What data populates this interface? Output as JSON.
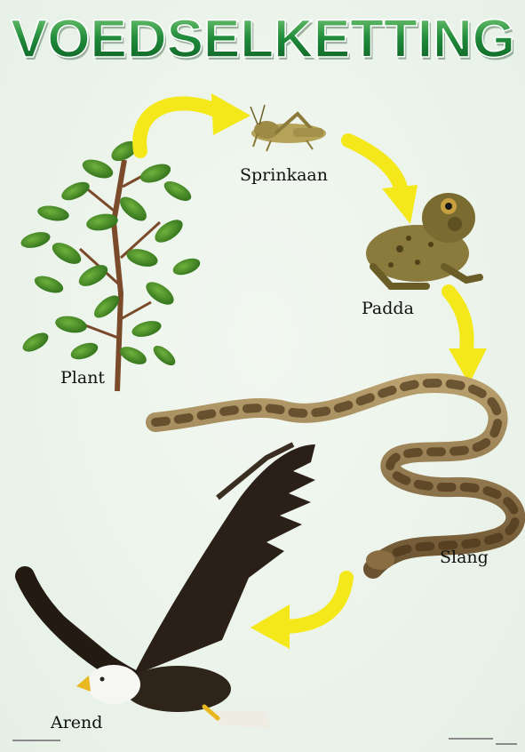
{
  "title": "VOEDSELKETTING",
  "organisms": [
    {
      "id": "plant",
      "label": "Plant"
    },
    {
      "id": "sprinkaan",
      "label": "Sprinkaan"
    },
    {
      "id": "padda",
      "label": "Padda"
    },
    {
      "id": "slang",
      "label": "Slang"
    },
    {
      "id": "arend",
      "label": "Arend"
    }
  ],
  "colors": {
    "title_green": "#1f8a3a",
    "arrow_yellow": "#f4e81a",
    "background": "#ebf3ea"
  }
}
